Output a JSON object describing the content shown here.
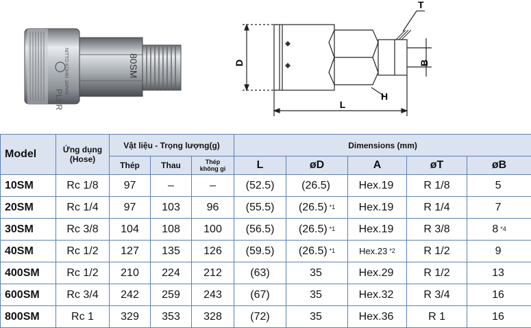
{
  "drawing": {
    "label_T": "T",
    "label_D": "D",
    "label_B": "B",
    "label_H": "H",
    "label_L": "L"
  },
  "photo": {
    "engrave_top": "NITTO KOHKI JAPAN",
    "engrave_model": "80SM",
    "engrave_side": "PLER"
  },
  "table": {
    "header": {
      "model": "Model",
      "usage_line1": "Ứng dụng",
      "usage_line2": "(Hose)",
      "material_weight": "Vật liệu - Trọng lượng(g)",
      "dimensions": "Dimensions (mm)",
      "steel": "Thép",
      "brass": "Thau",
      "stainless_line1": "Thép",
      "stainless_line2": "không gỉ",
      "col_L": "L",
      "col_D": "øD",
      "col_A": "A",
      "col_T": "øT",
      "col_B": "øB"
    },
    "rows": [
      {
        "model": "10SM",
        "hose": "Rc 1/8",
        "steel": "97",
        "brass": "–",
        "stainless": "–",
        "L": "(52.5)",
        "D": "(26.5)",
        "D_note": "",
        "A": "Hex.19",
        "A_note": "",
        "T": "R 1/8",
        "B": "5",
        "B_note": ""
      },
      {
        "model": "20SM",
        "hose": "Rc 1/4",
        "steel": "97",
        "brass": "103",
        "stainless": "96",
        "L": "(55.5)",
        "D": "(26.5)",
        "D_note": "*1",
        "A": "Hex.19",
        "A_note": "",
        "T": "R 1/4",
        "B": "7",
        "B_note": ""
      },
      {
        "model": "30SM",
        "hose": "Rc 3/8",
        "steel": "104",
        "brass": "108",
        "stainless": "100",
        "L": "(56.5)",
        "D": "(26.5)",
        "D_note": "*1",
        "A": "Hex.19",
        "A_note": "",
        "T": "R 3/8",
        "B": "8",
        "B_note": "*4"
      },
      {
        "model": "40SM",
        "hose": "Rc 1/2",
        "steel": "127",
        "brass": "135",
        "stainless": "126",
        "L": "(59.5)",
        "D": "(26.5)",
        "D_note": "*1",
        "A": "Hex.23",
        "A_note": "*2",
        "T": "R 1/2",
        "B": "9",
        "B_note": ""
      },
      {
        "model": "400SM",
        "hose": "Rc 1/2",
        "steel": "210",
        "brass": "224",
        "stainless": "212",
        "L": "(63)",
        "D": "35",
        "D_note": "",
        "A": "Hex.29",
        "A_note": "",
        "T": "R 1/2",
        "B": "13",
        "B_note": ""
      },
      {
        "model": "600SM",
        "hose": "Rc 3/4",
        "steel": "242",
        "brass": "259",
        "stainless": "243",
        "L": "(67)",
        "D": "35",
        "D_note": "",
        "A": "Hex.32",
        "A_note": "",
        "T": "R 3/4",
        "B": "16",
        "B_note": ""
      },
      {
        "model": "800SM",
        "hose": "Rc 1",
        "steel": "329",
        "brass": "353",
        "stainless": "328",
        "L": "(72)",
        "D": "35",
        "D_note": "",
        "A": "Hex.36",
        "A_note": "",
        "T": "R 1",
        "B": "16",
        "B_note": ""
      }
    ]
  }
}
